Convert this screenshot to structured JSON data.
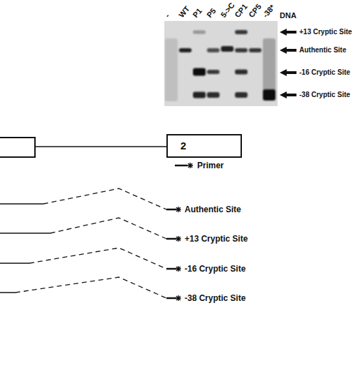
{
  "diagram": {
    "nodes": [
      {
        "text": [
          "2"
        ]
      }
    ],
    "labels": [
      "-",
      "WT",
      "P1",
      "P5",
      "5->C",
      "CP1",
      "CP5",
      "-38*",
      "DNA",
      "+13 Cryptic Site",
      "Authentic Site",
      "-16 Cryptic Site",
      "-38 Cryptic Site",
      "Primer",
      "Authentic Site",
      "+13 Cryptic Site",
      "-16 Cryptic Site",
      "-38 Cryptic Site"
    ]
  }
}
